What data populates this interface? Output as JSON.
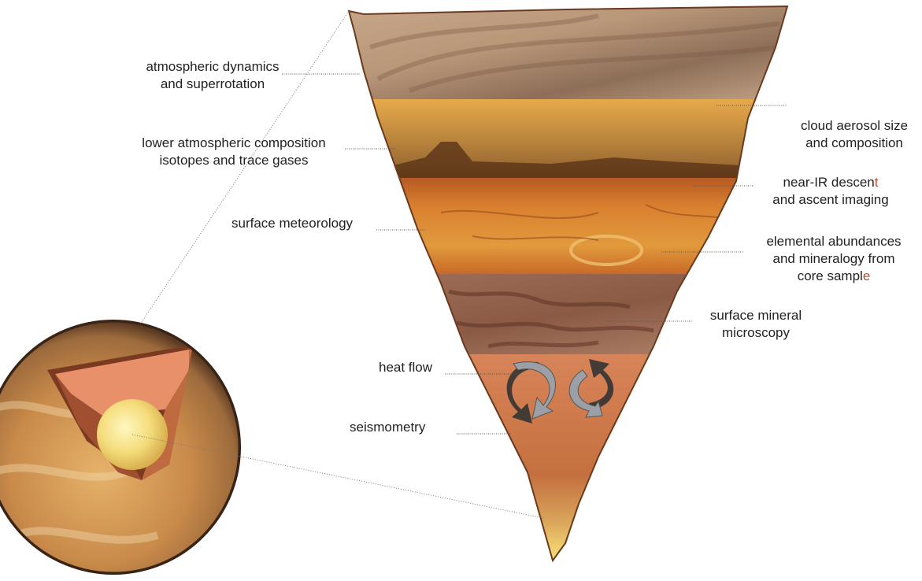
{
  "labels": {
    "atmospheric_dynamics": [
      "atmospheric dynamics",
      "and superrotation"
    ],
    "lower_atmospheric": [
      "lower atmospheric composition",
      "isotopes and trace gases"
    ],
    "surface_meteorology": "surface meteorology",
    "heat_flow": "heat flow",
    "seismometry": "seismometry",
    "cloud_aerosol": [
      "cloud aerosol size",
      "and composition"
    ],
    "near_ir": {
      "line1_main": "near-IR descen",
      "line1_accent": "t",
      "line2": "and ascent imaging"
    },
    "elemental": {
      "line1": "elemental abundances",
      "line2": "and mineralogy from",
      "line3_main": "core sampl",
      "line3_accent": "e"
    },
    "surface_mineral": [
      "surface mineral",
      "microscopy"
    ]
  },
  "colors": {
    "accent": "#b5502a",
    "leader": "#555555",
    "outline": "#6b3a1e"
  }
}
